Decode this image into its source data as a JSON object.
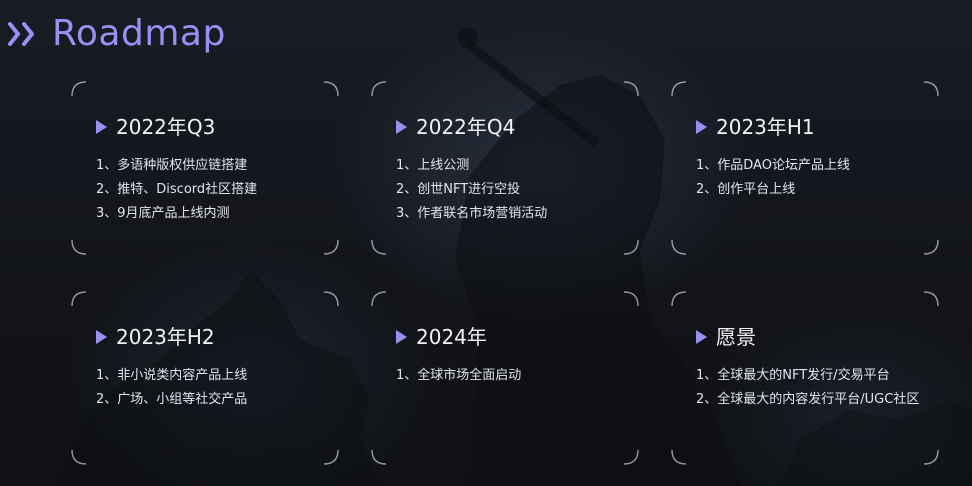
{
  "header": {
    "title": "Roadmap",
    "icon": "double-chevron-icon"
  },
  "theme": {
    "accent": "#9a8ff2",
    "background": "#14171e",
    "text": "#e8eaf2"
  },
  "cards": [
    {
      "title": "2022年Q3",
      "items": [
        "1、多语种版权供应链搭建",
        "2、推特、Discord社区搭建",
        "3、9月底产品上线内测"
      ]
    },
    {
      "title": "2022年Q4",
      "items": [
        "1、上线公测",
        "2、创世NFT进行空投",
        "3、作者联名市场营销活动"
      ]
    },
    {
      "title": "2023年H1",
      "items": [
        "1、作品DAO论坛产品上线",
        "2、创作平台上线"
      ]
    },
    {
      "title": "2023年H2",
      "items": [
        "1、非小说类内容产品上线",
        "2、广场、小组等社交产品"
      ]
    },
    {
      "title": "2024年",
      "items": [
        "1、全球市场全面启动"
      ]
    },
    {
      "title": "愿景",
      "items": [
        "1、全球最大的NFT发行/交易平台",
        "2、全球最大的内容发行平台/UGC社区"
      ]
    }
  ]
}
